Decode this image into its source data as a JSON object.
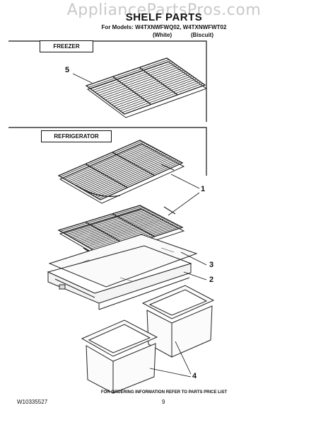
{
  "watermark": "AppliancePartsPros.com",
  "header": {
    "title": "SHELF PARTS",
    "models_line": "For Models: W4TXNWFWQ02, W4TXNWFWT02",
    "variant_1": "(White)",
    "variant_2": "(Biscuit)"
  },
  "sections": {
    "freezer_label": "FREEZER",
    "refrigerator_label": "REFRIGERATOR"
  },
  "callouts": {
    "c5": "5",
    "c1": "1",
    "c3": "3",
    "c2": "2",
    "c4": "4"
  },
  "footer": {
    "ordering_note": "FOR ORDERING INFORMATION REFER TO PARTS PRICE LIST",
    "doc_id": "W10335527",
    "page_number": "9"
  }
}
